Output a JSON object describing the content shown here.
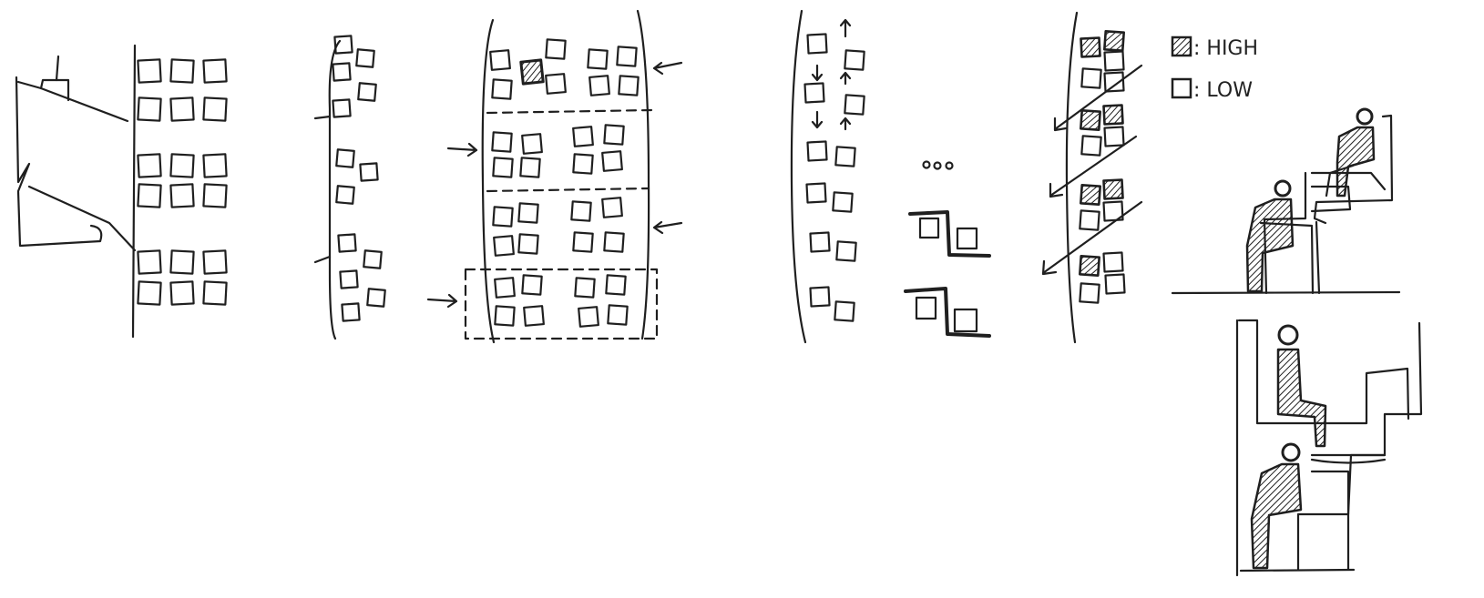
{
  "legend": {
    "high_label": ": HIGH",
    "low_label": ": LOW"
  },
  "colors": {
    "ink": "#1f1f1f",
    "background": "#ffffff"
  },
  "sketch_panels": [
    "ship-side-hull-sketch",
    "staggered-window-column",
    "zoned-window-facade",
    "alternating-window-column",
    "stepped-window-detail",
    "high-low-window-section",
    "seated-figures-sections"
  ]
}
